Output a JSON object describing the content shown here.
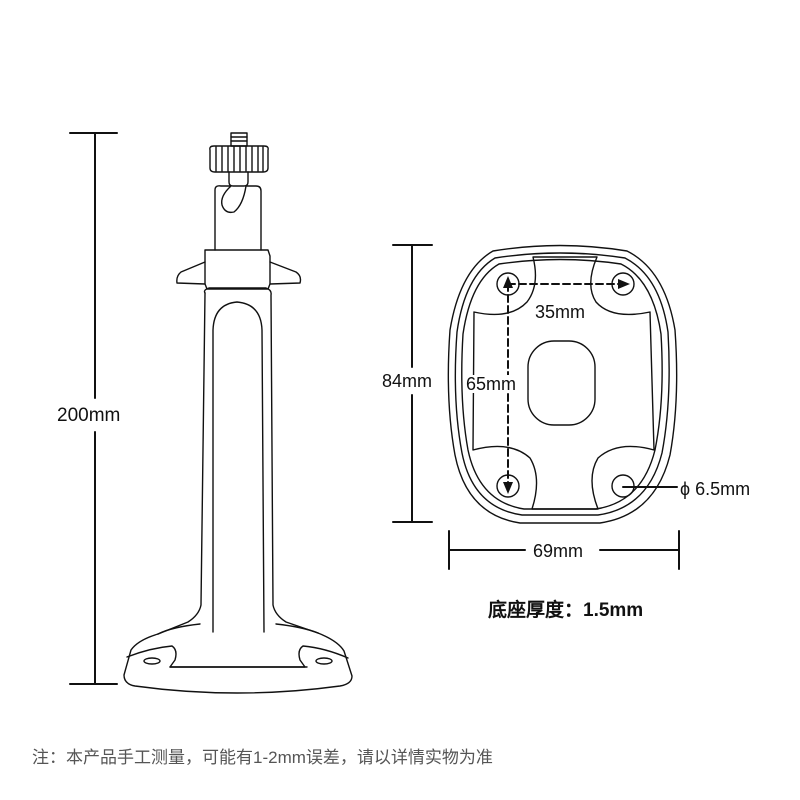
{
  "diagram": {
    "title": "Camera wall-mount bracket dimension drawing",
    "side_view": {
      "height_label": "200mm"
    },
    "base_plate_view": {
      "height_label": "84mm",
      "width_label": "69mm",
      "hole_horizontal_spacing_label": "35mm",
      "hole_vertical_spacing_label": "65mm",
      "hole_diameter_label": "ϕ 6.5mm"
    },
    "base_thickness_label": "底座厚度：1.5mm",
    "footnote": "注：本产品手工测量，可能有1-2mm误差，请以详情实物为准"
  },
  "colors": {
    "line": "#111111",
    "background": "#ffffff",
    "note_text": "#555555"
  }
}
